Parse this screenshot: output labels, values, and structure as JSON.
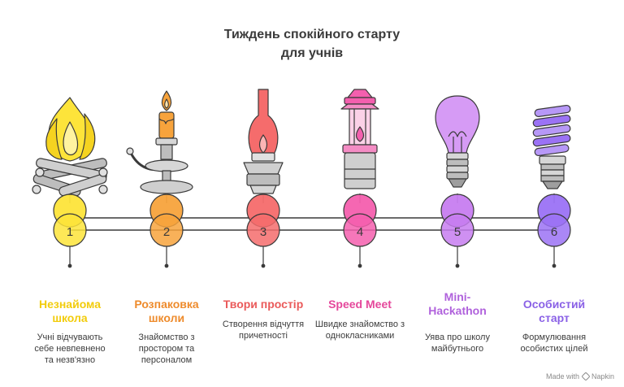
{
  "title": {
    "line1": "Тиждень спокійного старту",
    "line2": "для учнів"
  },
  "steps": [
    {
      "number": "1",
      "title": "Незнайома школа",
      "desc": "Учні відчувають себе невпевнено та незв'язно",
      "color": "#f2cc0c",
      "circle_fill": "#fde43a",
      "icon": "campfire-icon"
    },
    {
      "number": "2",
      "title": "Розпаковка школи",
      "desc": "Знайомство з простором та персоналом",
      "color": "#ee8b2c",
      "circle_fill": "#f7a33c",
      "icon": "candle-holder-icon"
    },
    {
      "number": "3",
      "title": "Твори простір",
      "desc": "Створення відчуття причетності",
      "color": "#ea5a5a",
      "circle_fill": "#f56c6c",
      "icon": "oil-lamp-icon"
    },
    {
      "number": "4",
      "title": "Speed Meet",
      "desc": "Швидке знайомство з однокласниками",
      "color": "#e5479b",
      "circle_fill": "#f45fae",
      "icon": "lantern-icon"
    },
    {
      "number": "5",
      "title": "Mini-Hackathon",
      "desc": "Уява про школу майбутнього",
      "color": "#b062dc",
      "circle_fill": "#c77df0",
      "icon": "light-bulb-icon"
    },
    {
      "number": "6",
      "title": "Особистий старт",
      "desc": "Формулювання особистих цілей",
      "color": "#8a61e6",
      "circle_fill": "#9b72f5",
      "icon": "spiral-bulb-icon"
    }
  ],
  "footer": {
    "made_with": "Made with",
    "brand": "Napkin"
  }
}
